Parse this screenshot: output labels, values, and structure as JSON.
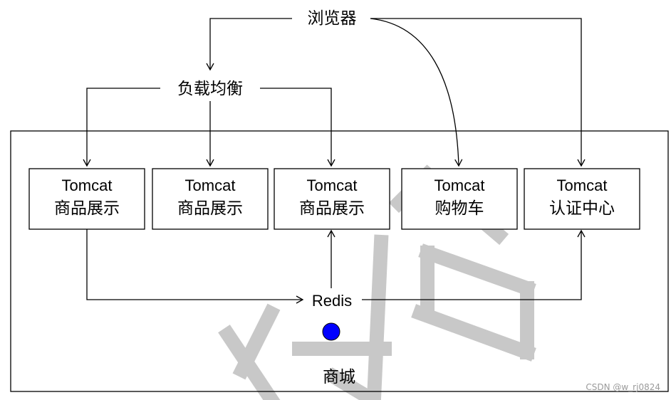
{
  "browser": {
    "label": "浏览器"
  },
  "load_balancer": {
    "label": "负载均衡"
  },
  "servers": [
    {
      "title": "Tomcat",
      "subtitle": "商品展示"
    },
    {
      "title": "Tomcat",
      "subtitle": "商品展示"
    },
    {
      "title": "Tomcat",
      "subtitle": "商品展示"
    },
    {
      "title": "Tomcat",
      "subtitle": "购物车"
    },
    {
      "title": "Tomcat",
      "subtitle": "认证中心"
    }
  ],
  "redis": {
    "label": "Redis",
    "dot_color": "#0000ff"
  },
  "mall": {
    "label": "商城"
  },
  "credit": "CSDN @w_rj0824"
}
